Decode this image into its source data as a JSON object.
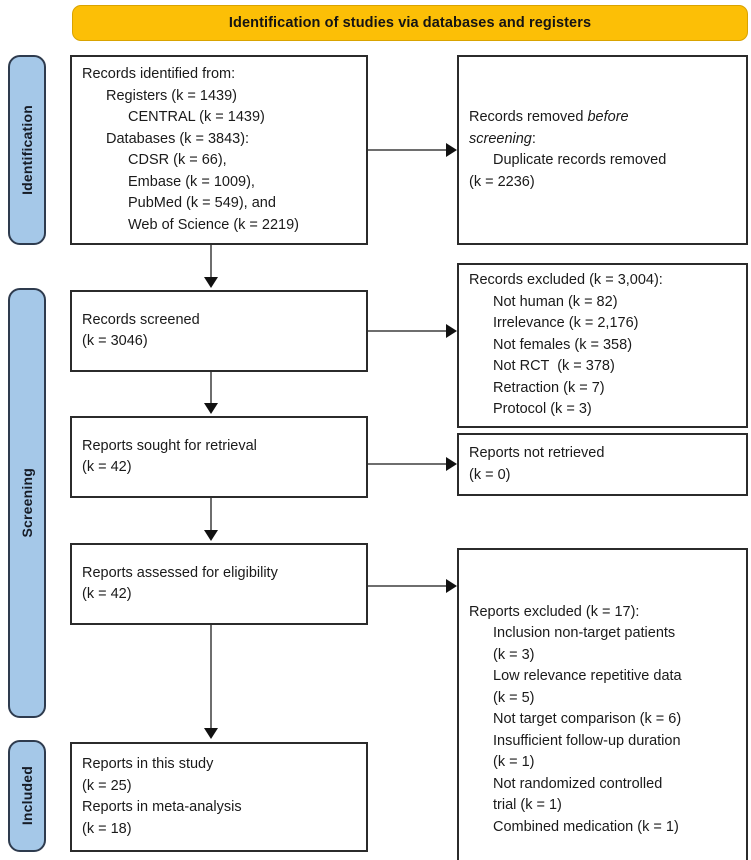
{
  "banner": {
    "title": "Identification of studies via databases and registers",
    "color": "#FCBF06"
  },
  "stages": {
    "identification": "Identification",
    "screening": "Screening",
    "included": "Included",
    "color": "#A5C8E8",
    "border_color": "#2e3b4e"
  },
  "boxes": {
    "identified": {
      "name": "Records identified from",
      "lines": [
        "Records identified from:",
        "Registers (k = 1439)",
        "CENTRAL (k = 1439)",
        "Databases (k = 3843):",
        "CDSR (k = 66),",
        "Embase (k = 1009),",
        "PubMed (k = 549), and",
        "Web of Science (k = 2219)"
      ]
    },
    "removed": {
      "name": "Records removed before screening",
      "l1": "Records removed ",
      "l1_italic": "before",
      "l2_italic": "screening",
      "l2_tail": ":",
      "l3": "Duplicate records removed",
      "l4": "(k = 2236)"
    },
    "screened": {
      "l1": "Records screened",
      "l2": "(k = 3046)"
    },
    "records_excluded": {
      "lines": [
        "Records excluded (k = 3,004):",
        "Not human (k = 82)",
        "Irrelevance (k = 2,176)",
        "Not females (k = 358)",
        "Not RCT  (k = 378)",
        "Retraction (k = 7)",
        "Protocol (k = 3)"
      ]
    },
    "sought": {
      "l1": "Reports sought for retrieval",
      "l2": "(k = 42)"
    },
    "not_retrieved": {
      "l1": "Reports not retrieved",
      "l2": "(k = 0)"
    },
    "assessed": {
      "l1": "Reports assessed for eligibility",
      "l2": "(k = 42)"
    },
    "reports_excluded": {
      "lines": [
        "Reports excluded (k = 17):",
        "Inclusion non-target patients",
        "(k = 3)",
        "Low relevance repetitive data",
        "(k = 5)",
        "Not target comparison (k = 6)",
        "Insufficient follow-up duration",
        "(k = 1)",
        "Not randomized controlled",
        "trial (k = 1)",
        "Combined medication (k = 1)"
      ]
    },
    "included": {
      "l1": "Reports in this study",
      "l2": "(k = 25)",
      "l3": "Reports in meta-analysis",
      "l4": "(k = 18)"
    }
  },
  "chart_data": {
    "type": "diagram",
    "title": "Identification of studies via databases and registers",
    "stages": [
      "Identification",
      "Screening",
      "Included"
    ],
    "nodes": [
      {
        "id": "identified",
        "stage": "Identification",
        "label": "Records identified from",
        "registers_k": 1439,
        "central_k": 1439,
        "databases_k": 3843,
        "cdsr_k": 66,
        "embase_k": 1009,
        "pubmed_k": 549,
        "web_of_science_k": 2219
      },
      {
        "id": "removed",
        "stage": "Identification",
        "label": "Records removed before screening",
        "duplicate_records_removed_k": 2236
      },
      {
        "id": "screened",
        "stage": "Screening",
        "label": "Records screened",
        "k": 3046
      },
      {
        "id": "records_excluded",
        "stage": "Screening",
        "label": "Records excluded",
        "k": 3004,
        "reasons": [
          {
            "reason": "Not human",
            "k": 82
          },
          {
            "reason": "Irrelevance",
            "k": 2176
          },
          {
            "reason": "Not females",
            "k": 358
          },
          {
            "reason": "Not RCT",
            "k": 378
          },
          {
            "reason": "Retraction",
            "k": 7
          },
          {
            "reason": "Protocol",
            "k": 3
          }
        ]
      },
      {
        "id": "sought",
        "stage": "Screening",
        "label": "Reports sought for retrieval",
        "k": 42
      },
      {
        "id": "not_retrieved",
        "stage": "Screening",
        "label": "Reports not retrieved",
        "k": 0
      },
      {
        "id": "assessed",
        "stage": "Screening",
        "label": "Reports assessed for eligibility",
        "k": 42
      },
      {
        "id": "reports_excluded",
        "stage": "Screening",
        "label": "Reports excluded",
        "k": 17,
        "reasons": [
          {
            "reason": "Inclusion non-target patients",
            "k": 3
          },
          {
            "reason": "Low relevance repetitive data",
            "k": 5
          },
          {
            "reason": "Not target comparison",
            "k": 6
          },
          {
            "reason": "Insufficient follow-up duration",
            "k": 1
          },
          {
            "reason": "Not randomized controlled trial",
            "k": 1
          },
          {
            "reason": "Combined medication",
            "k": 1
          }
        ]
      },
      {
        "id": "included",
        "stage": "Included",
        "label": "Reports in this study",
        "reports_in_this_study_k": 25,
        "reports_in_meta_analysis_k": 18
      }
    ],
    "edges": [
      {
        "from": "identified",
        "to": "removed"
      },
      {
        "from": "identified",
        "to": "screened"
      },
      {
        "from": "screened",
        "to": "records_excluded"
      },
      {
        "from": "screened",
        "to": "sought"
      },
      {
        "from": "sought",
        "to": "not_retrieved"
      },
      {
        "from": "sought",
        "to": "assessed"
      },
      {
        "from": "assessed",
        "to": "reports_excluded"
      },
      {
        "from": "assessed",
        "to": "included"
      }
    ]
  }
}
